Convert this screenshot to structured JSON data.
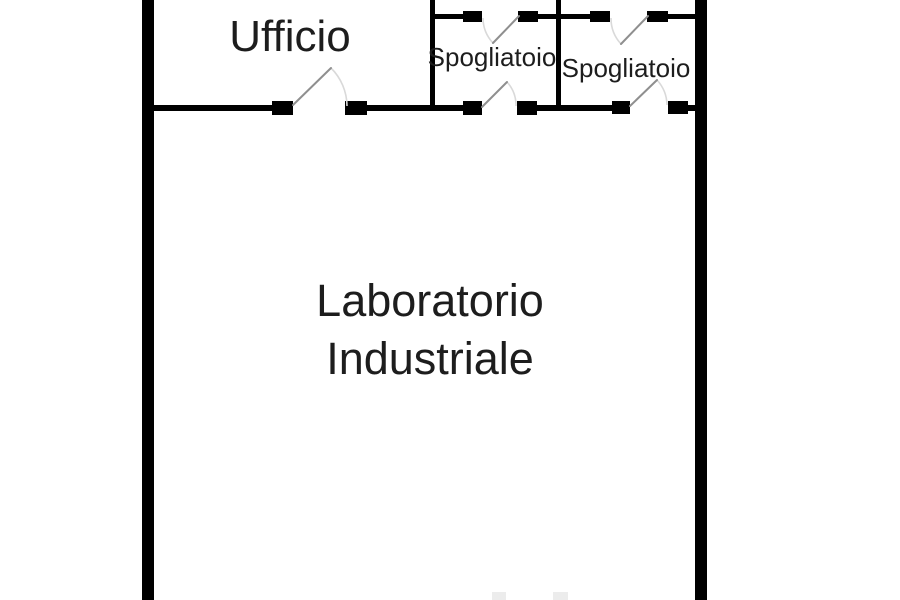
{
  "floorplan": {
    "colors": {
      "background": "#ffffff",
      "wall": "#000000",
      "text": "#1d1d1d",
      "door_leaf": "#8f8f8f",
      "door_arc": "#d9d9d9",
      "faint_jamb": "#ececec"
    },
    "rooms": {
      "ufficio": {
        "label": "Ufficio"
      },
      "spogliatoio_1": {
        "label": "Spogliatoio"
      },
      "spogliatoio_2": {
        "label": "Spogliatoio"
      },
      "laboratorio_industriale": {
        "label_line1": "Laboratorio",
        "label_line2": "Industriale"
      }
    }
  }
}
